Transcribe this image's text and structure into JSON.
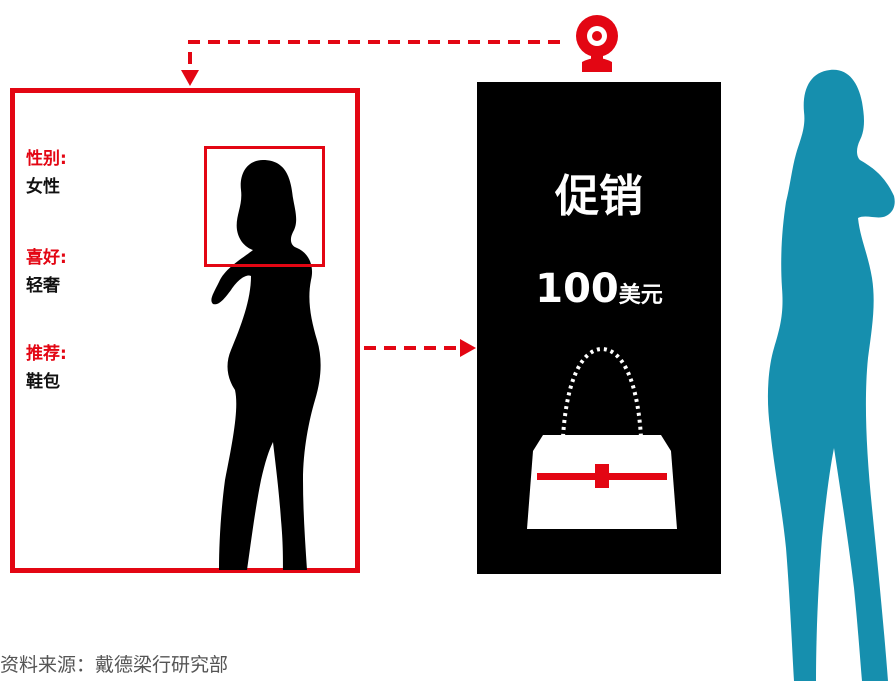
{
  "profile": {
    "gender_label": "性别:",
    "gender_value": "女性",
    "preference_label": "喜好:",
    "preference_value": "轻奢",
    "recommend_label": "推荐:",
    "recommend_value": "鞋包"
  },
  "screen": {
    "title": "促销",
    "price_number": "100",
    "price_unit": "美元"
  },
  "source": "资料来源：戴德梁行研究部",
  "colors": {
    "accent": "#e30613",
    "screen_bg": "#000000",
    "customer": "#168fae",
    "silhouette": "#000000"
  },
  "icons": [
    "camera-icon",
    "handbag-icon",
    "woman-silhouette-icon",
    "customer-silhouette-icon"
  ]
}
